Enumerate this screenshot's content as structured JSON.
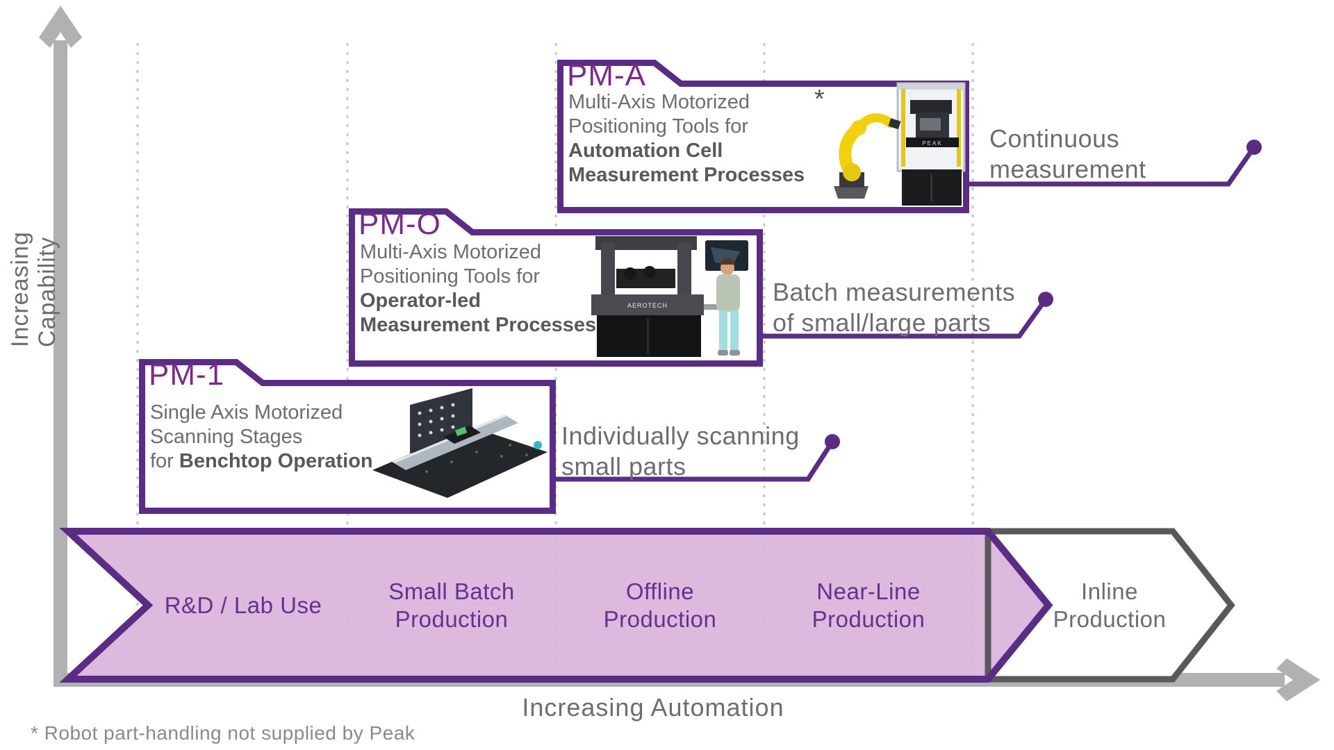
{
  "colors": {
    "purple_border": "#5b2c83",
    "purple_label": "#7a2b8a",
    "band_fill": "#dcb9dd",
    "band_text": "#66308e",
    "inline_border": "#58595b",
    "axis_gray": "#b1b1b1",
    "body_text": "#6d6d6d",
    "bold_text": "#595959"
  },
  "y_axis_label": "Increasing Capability",
  "x_axis_label": "Increasing Automation",
  "footnote": "* Robot part-handling not supplied by Peak",
  "products": [
    {
      "tab_label": "PM-1",
      "description": {
        "line1": "Single Axis Motorized",
        "line2": "Scanning Stages",
        "line3_normal": "for ",
        "line3_bold": "Benchtop Operation"
      },
      "callout": {
        "line1": "Individually scanning",
        "line2": "small parts"
      },
      "photo": "single-axis-motorized-scanning-stage"
    },
    {
      "tab_label": "PM-O",
      "description": {
        "line1": "Multi-Axis Motorized",
        "line2": "Positioning Tools for",
        "line3_bold": "Operator-led",
        "line4_bold": "Measurement Processes"
      },
      "callout": {
        "line1": "Batch measurements",
        "line2": "of small/large parts"
      },
      "photo": "operator-led-measurement-machine",
      "photo_brand": "AEROTECH"
    },
    {
      "tab_label": "PM-A",
      "description": {
        "line1": "Multi-Axis Motorized",
        "line2": "Positioning Tools for",
        "line3_bold": "Automation Cell",
        "line4_bold": "Measurement Processes"
      },
      "callout": {
        "line1": "Continuous",
        "line2": "measurement"
      },
      "photo": "automation-cell-with-robot",
      "photo_brand": "PEAK",
      "asterisk": "*"
    }
  ],
  "band": {
    "stages": [
      {
        "line1": "R&D / Lab Use",
        "line2": ""
      },
      {
        "line1": "Small Batch",
        "line2": "Production"
      },
      {
        "line1": "Offline",
        "line2": "Production"
      },
      {
        "line1": "Near-Line",
        "line2": "Production"
      },
      {
        "line1": "Inline",
        "line2": "Production"
      }
    ]
  }
}
